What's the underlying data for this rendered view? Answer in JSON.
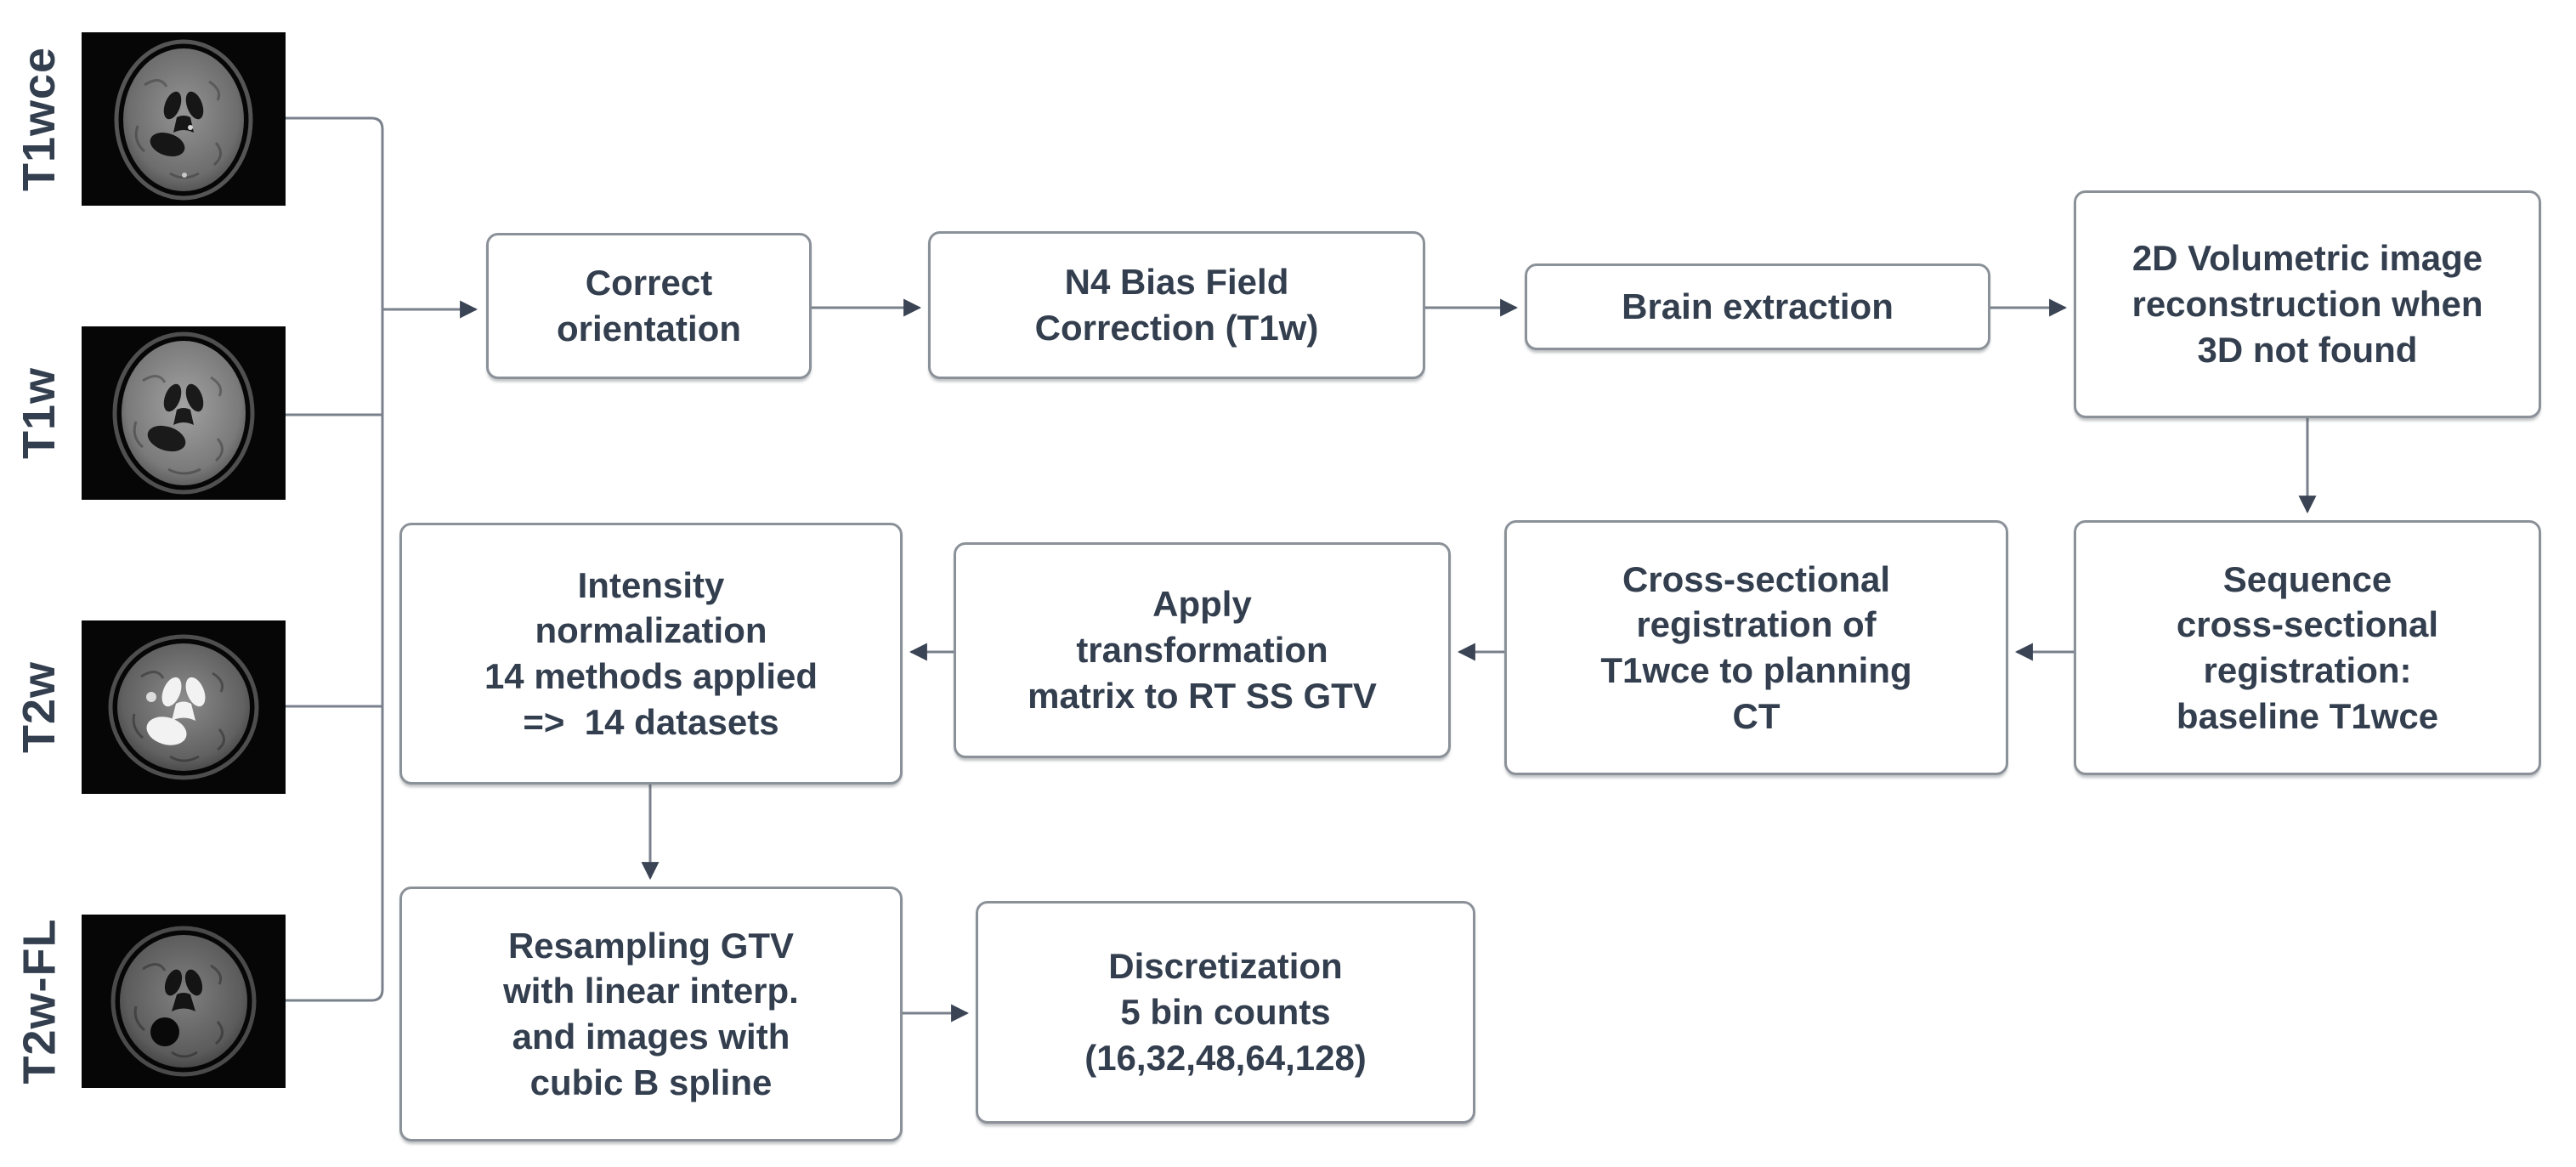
{
  "palette": {
    "background": "#ffffff",
    "text_color": "#333e4e",
    "line_color": "#7a818c",
    "arrow_color": "#3a4454",
    "box_border": "#8b9198",
    "box_fill": "#ffffff",
    "scan_bg": "#060606"
  },
  "inputs": [
    {
      "label": "T1wce"
    },
    {
      "label": "T1w"
    },
    {
      "label": "T2w"
    },
    {
      "label": "T2w-FL"
    }
  ],
  "steps": {
    "correct_orientation": "Correct\norientation",
    "n4_bias": "N4 Bias Field\nCorrection (T1w)",
    "brain_extraction": "Brain extraction",
    "volumetric_reconstruction": "2D Volumetric image\nreconstruction when\n3D not found",
    "sequence_registration": "Sequence\ncross-sectional\nregistration:\nbaseline T1wce",
    "cross_sectional_registration": "Cross-sectional\nregistration of\nT1wce to planning\nCT",
    "apply_transformation": "Apply\ntransformation\nmatrix to RT SS GTV",
    "intensity_normalization": "Intensity\nnormalization\n14 methods applied\n=>  14 datasets",
    "resampling": "Resampling GTV\nwith linear interp.\nand images with\ncubic B spline",
    "discretization": "Discretization\n5 bin counts\n(16,32,48,64,128)"
  }
}
